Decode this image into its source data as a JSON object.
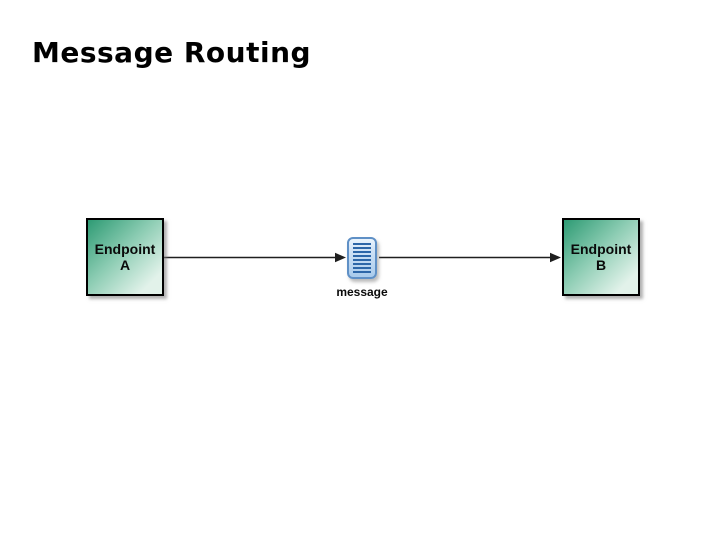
{
  "slide": {
    "title": "Message Routing",
    "background": "#ffffff"
  },
  "diagram": {
    "nodes": {
      "endpoint_a": {
        "label": "Endpoint\nA"
      },
      "endpoint_b": {
        "label": "Endpoint\nB"
      },
      "message": {
        "label": "message",
        "icon": "document-icon"
      }
    },
    "connections": [
      {
        "from": "endpoint_a",
        "to": "message",
        "style": "solid-arrow"
      },
      {
        "from": "message",
        "to": "endpoint_b",
        "style": "solid-arrow"
      }
    ],
    "colors": {
      "endpoint_gradient_start": "#2e9b74",
      "endpoint_gradient_mid": "#8ecdb4",
      "endpoint_gradient_end": "#e2f2ea",
      "node_border": "#000000",
      "arrow": "#1f1f1f",
      "message_fill_top": "#eaf4fd",
      "message_fill_mid": "#cfe2f6",
      "message_fill_bottom": "#a9cbec",
      "message_border": "#5f90c6",
      "message_lines": "#2c66a8",
      "label_text": "#0a0a0a"
    }
  }
}
